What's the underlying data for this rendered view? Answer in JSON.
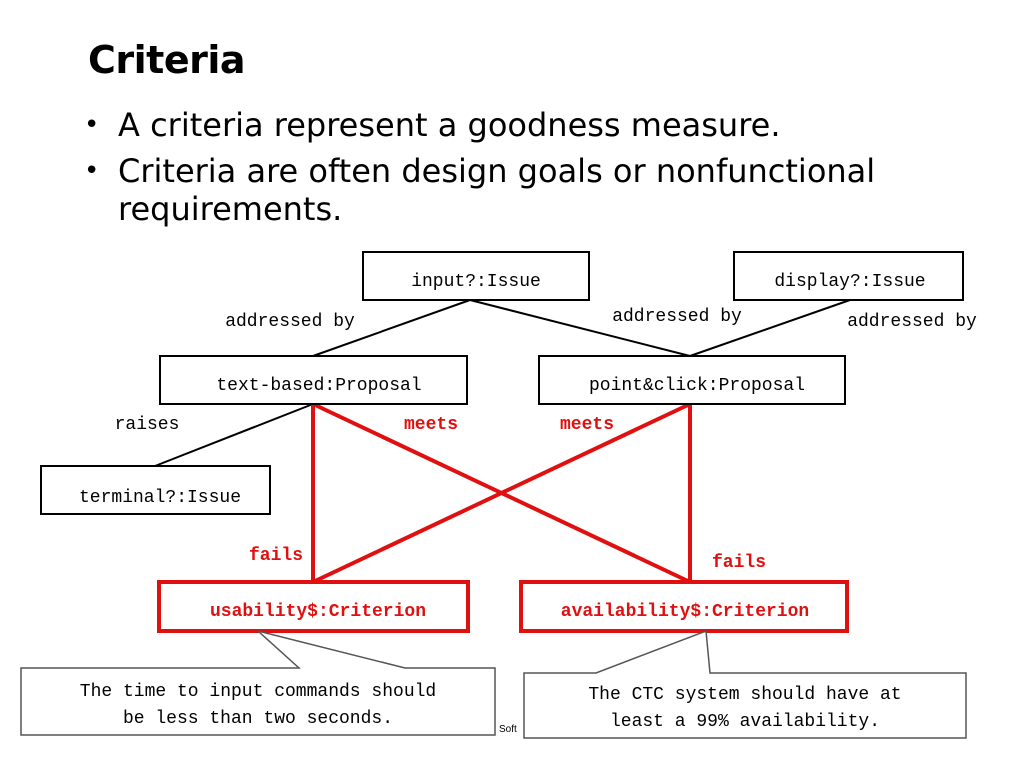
{
  "title": "Criteria",
  "bullets": [
    "A criteria represent a goodness measure.",
    "Criteria are often design goals or nonfunctional requirements."
  ],
  "colors": {
    "criterion": "#e01010",
    "edge": "#000000",
    "note_border": "#555555"
  },
  "diagram": {
    "nodes": {
      "input_issue": "input?:Issue",
      "display_issue": "display?:Issue",
      "text_proposal": "text-based:Proposal",
      "point_proposal": "point&click:Proposal",
      "terminal_issue": "terminal?:Issue",
      "usability_criterion": "usability$:Criterion",
      "availability_criterion": "availability$:Criterion"
    },
    "edge_labels": {
      "addressed_by_1": "addressed by",
      "addressed_by_2": "addressed by",
      "addressed_by_3": "addressed by",
      "raises": "raises",
      "meets_1": "meets",
      "meets_2": "meets",
      "fails_1": "fails",
      "fails_2": "fails"
    },
    "notes": {
      "usability_line1": "The time to input commands should",
      "usability_line2": "be less than two seconds.",
      "availability_line1": "The CTC system should have at",
      "availability_line2": "least a 99% availability."
    }
  },
  "footer": {
    "text": "Soft"
  }
}
